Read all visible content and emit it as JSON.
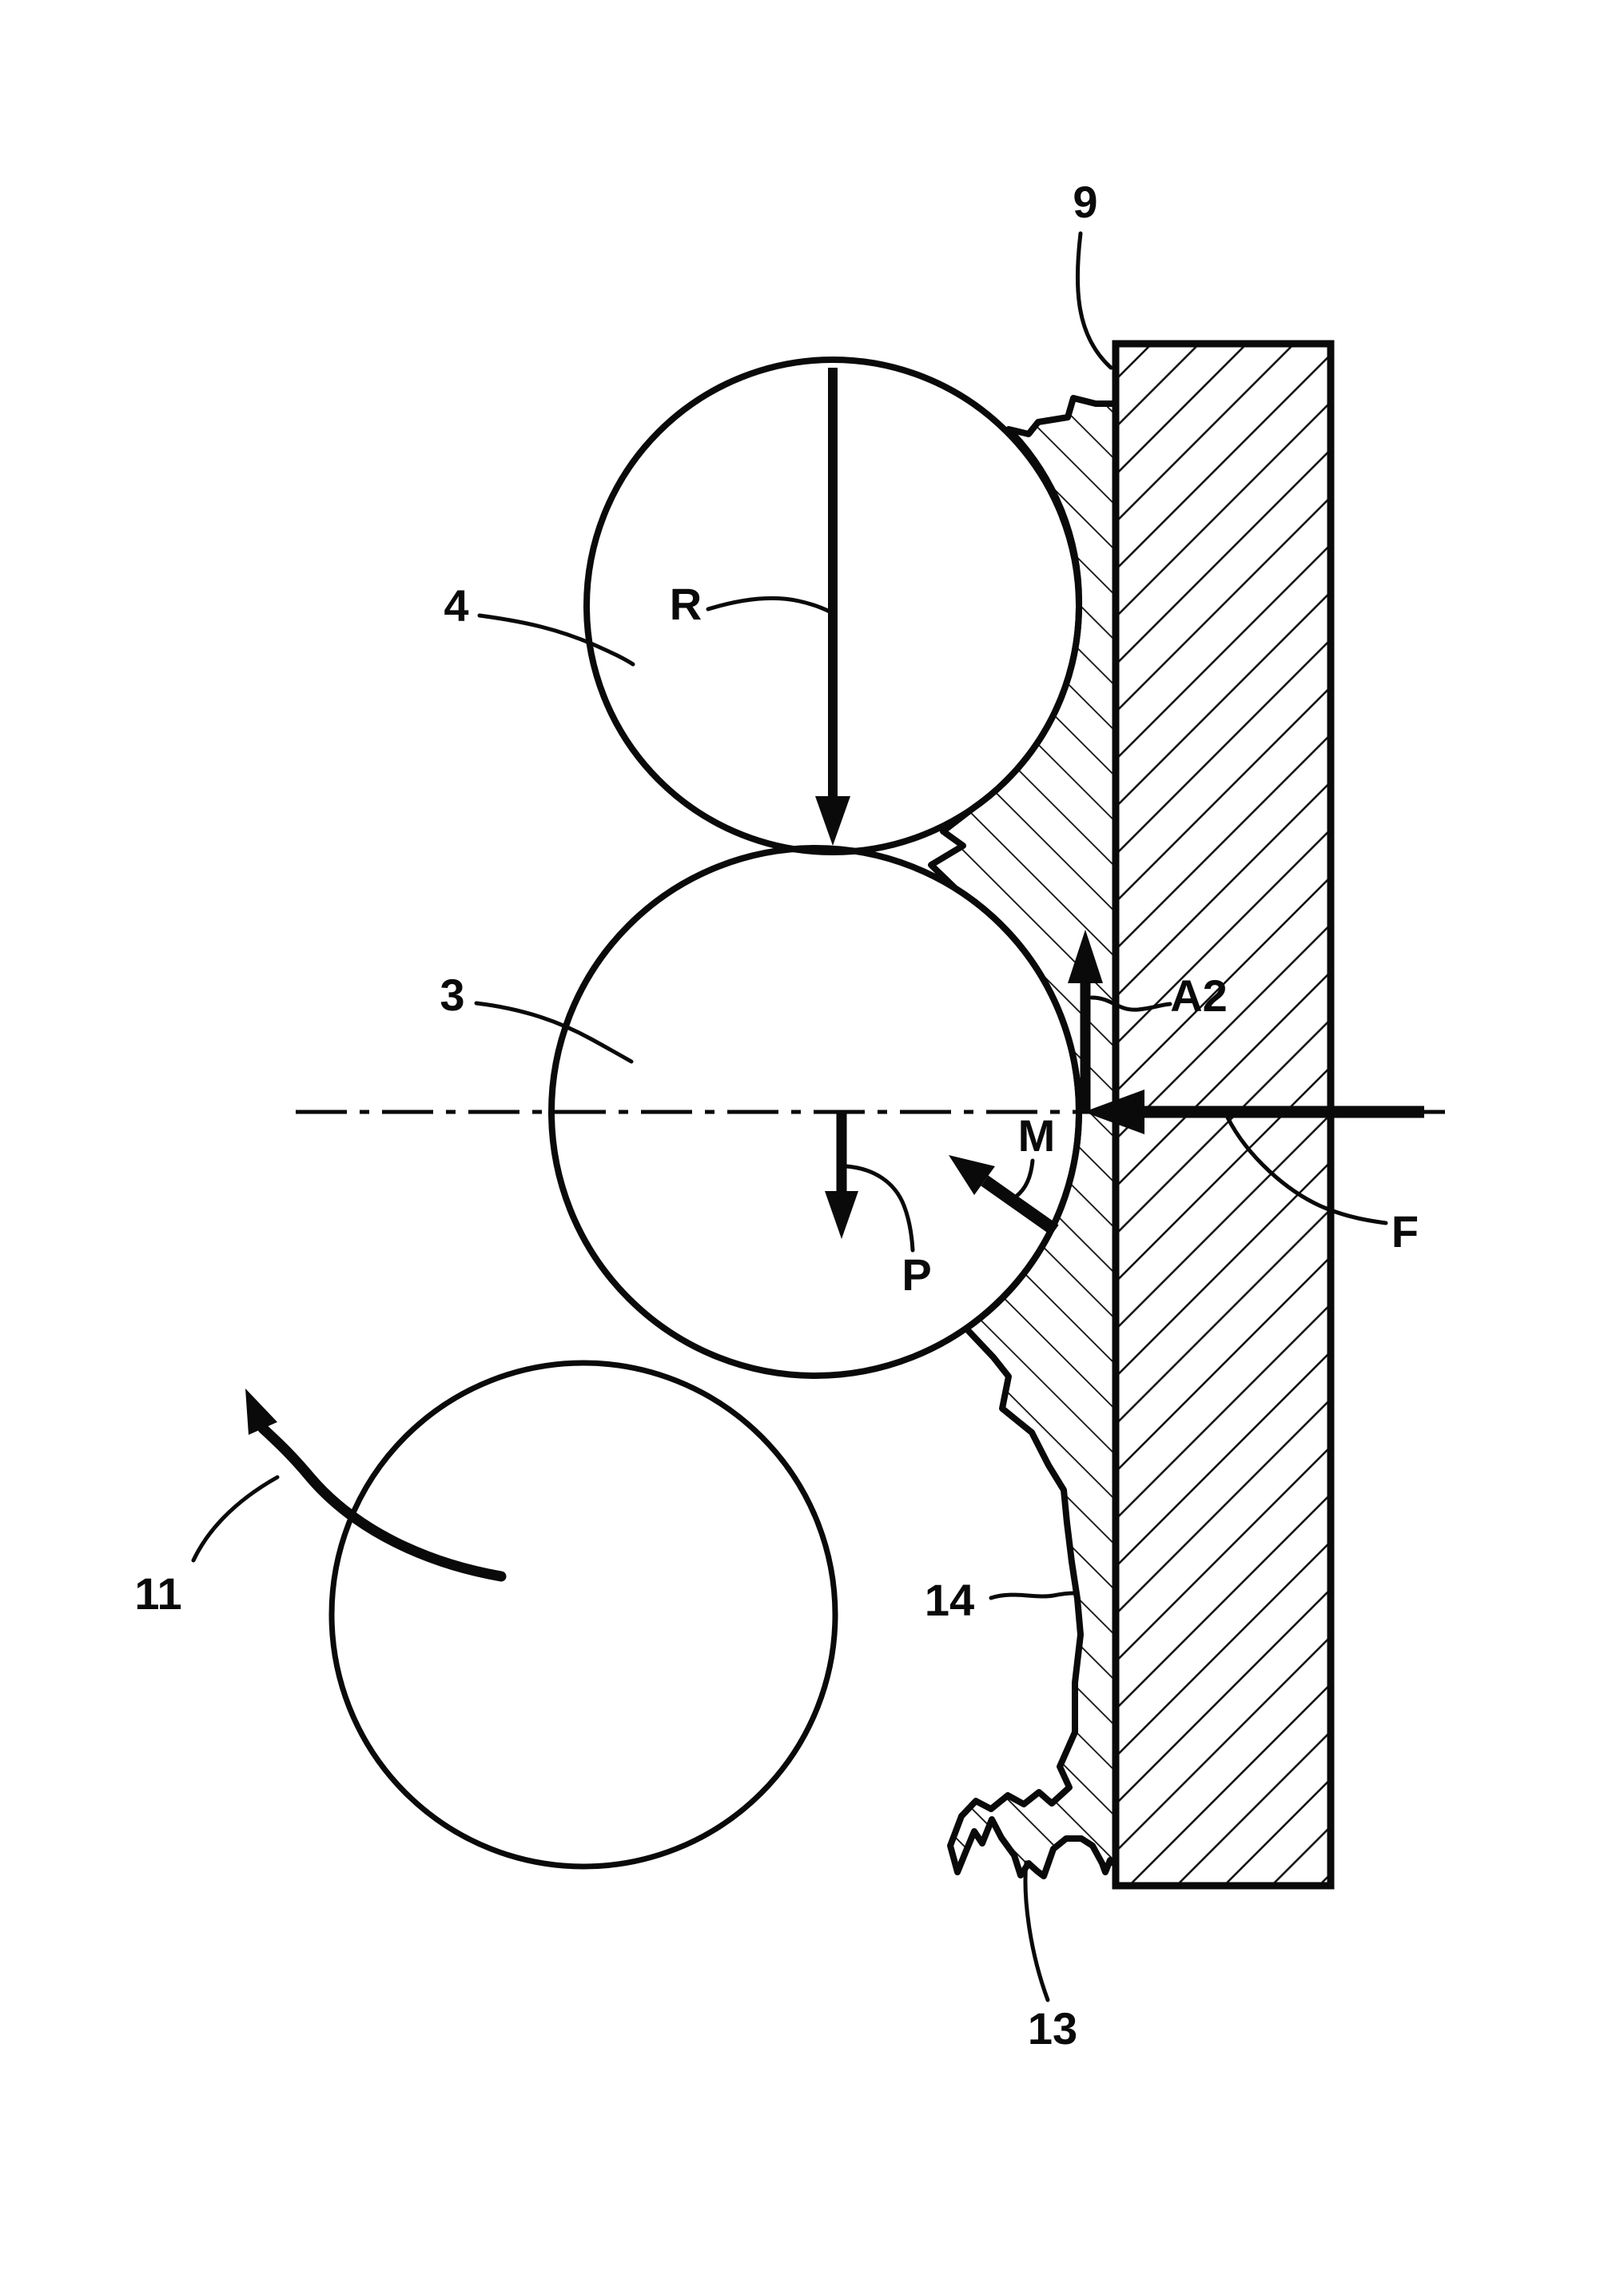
{
  "figure": {
    "kind": "patent-line-drawing",
    "background": "#ffffff",
    "line_color": "#0a0a0a",
    "labels": {
      "plate": "9",
      "upper_roller": "4",
      "radius_arrow": "R",
      "middle_roller": "3",
      "axial_offset_arrow": "A2",
      "torque_arrow": "M",
      "force_arrow": "F",
      "pressure_arrow": "P",
      "lower_roller": "11",
      "weld_bead": "14",
      "bead_root": "13"
    }
  }
}
